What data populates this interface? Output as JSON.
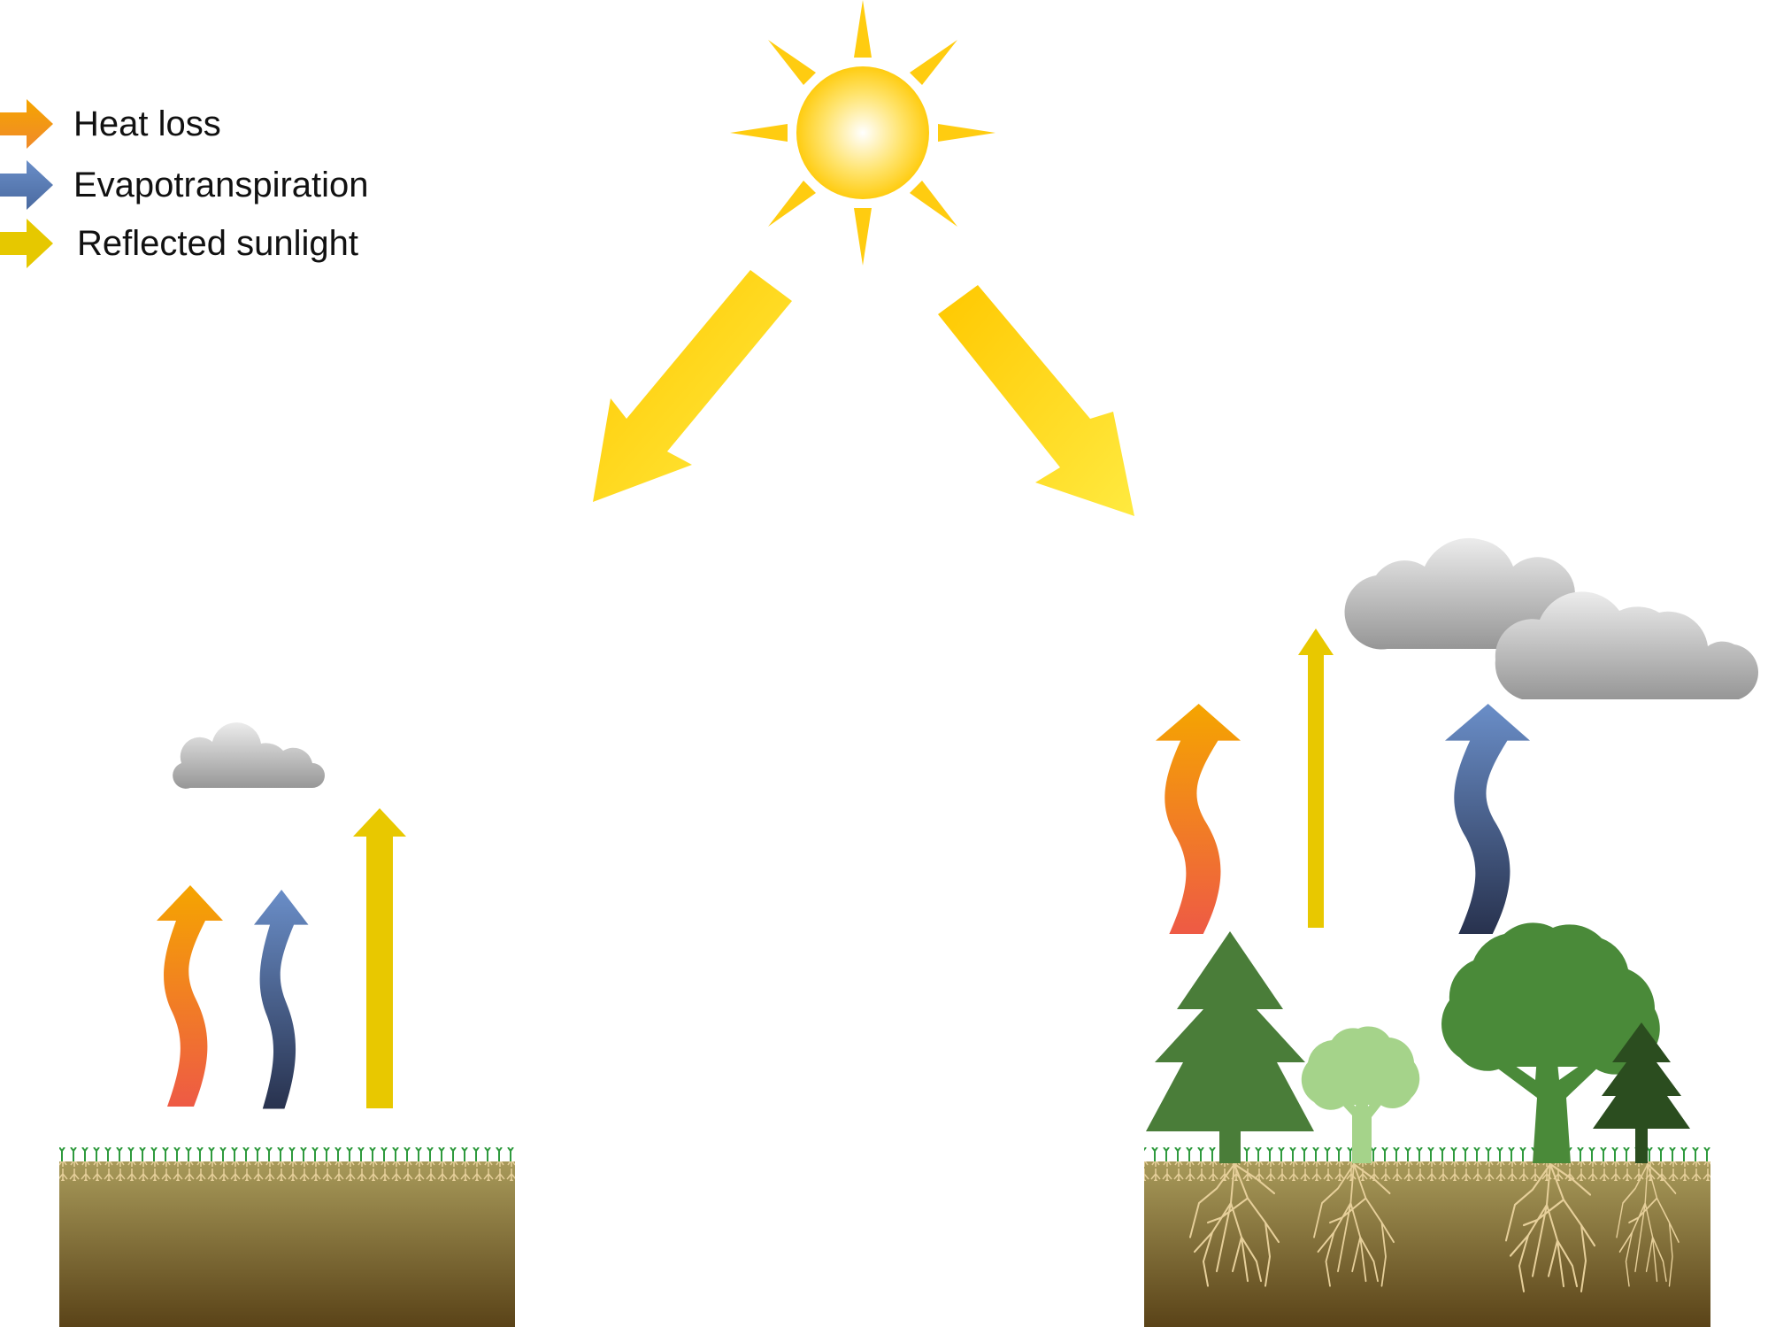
{
  "legend": {
    "items": [
      {
        "label": "Heat loss",
        "color": "#f5a623"
      },
      {
        "label": "Evapotranspiration",
        "color": "#5b7fb5"
      },
      {
        "label": "Reflected sunlight",
        "color": "#e6c800"
      }
    ]
  },
  "colors": {
    "sun": "#ffd21a",
    "sun_center": "#ffffff",
    "sunbeam_light": "#ffe840",
    "sunbeam_dark": "#ffc800",
    "heat_top": "#f5a500",
    "heat_bottom": "#ee5a45",
    "evap_top": "#6a8ec8",
    "evap_bottom": "#28324e",
    "reflect": "#e8c800",
    "cloud_top": "#e8e8e8",
    "cloud_bottom": "#9a9a9a",
    "soil_top": "#a59858",
    "soil_bottom": "#5a4318",
    "grass": "#2f9a3e",
    "roots": "#e6cf9a",
    "conifer": "#4a7d39",
    "broadleaf": "#4a8a39",
    "small_tree": "#a5d38a",
    "dark_conifer": "#2b4d1f"
  },
  "icons": [
    "sun-icon",
    "sunbeam-arrow",
    "cloud-icon",
    "conifer-tree-icon",
    "broadleaf-tree-icon",
    "roots-icon",
    "grass-icon",
    "wavy-arrow-icon",
    "straight-arrow-icon"
  ]
}
